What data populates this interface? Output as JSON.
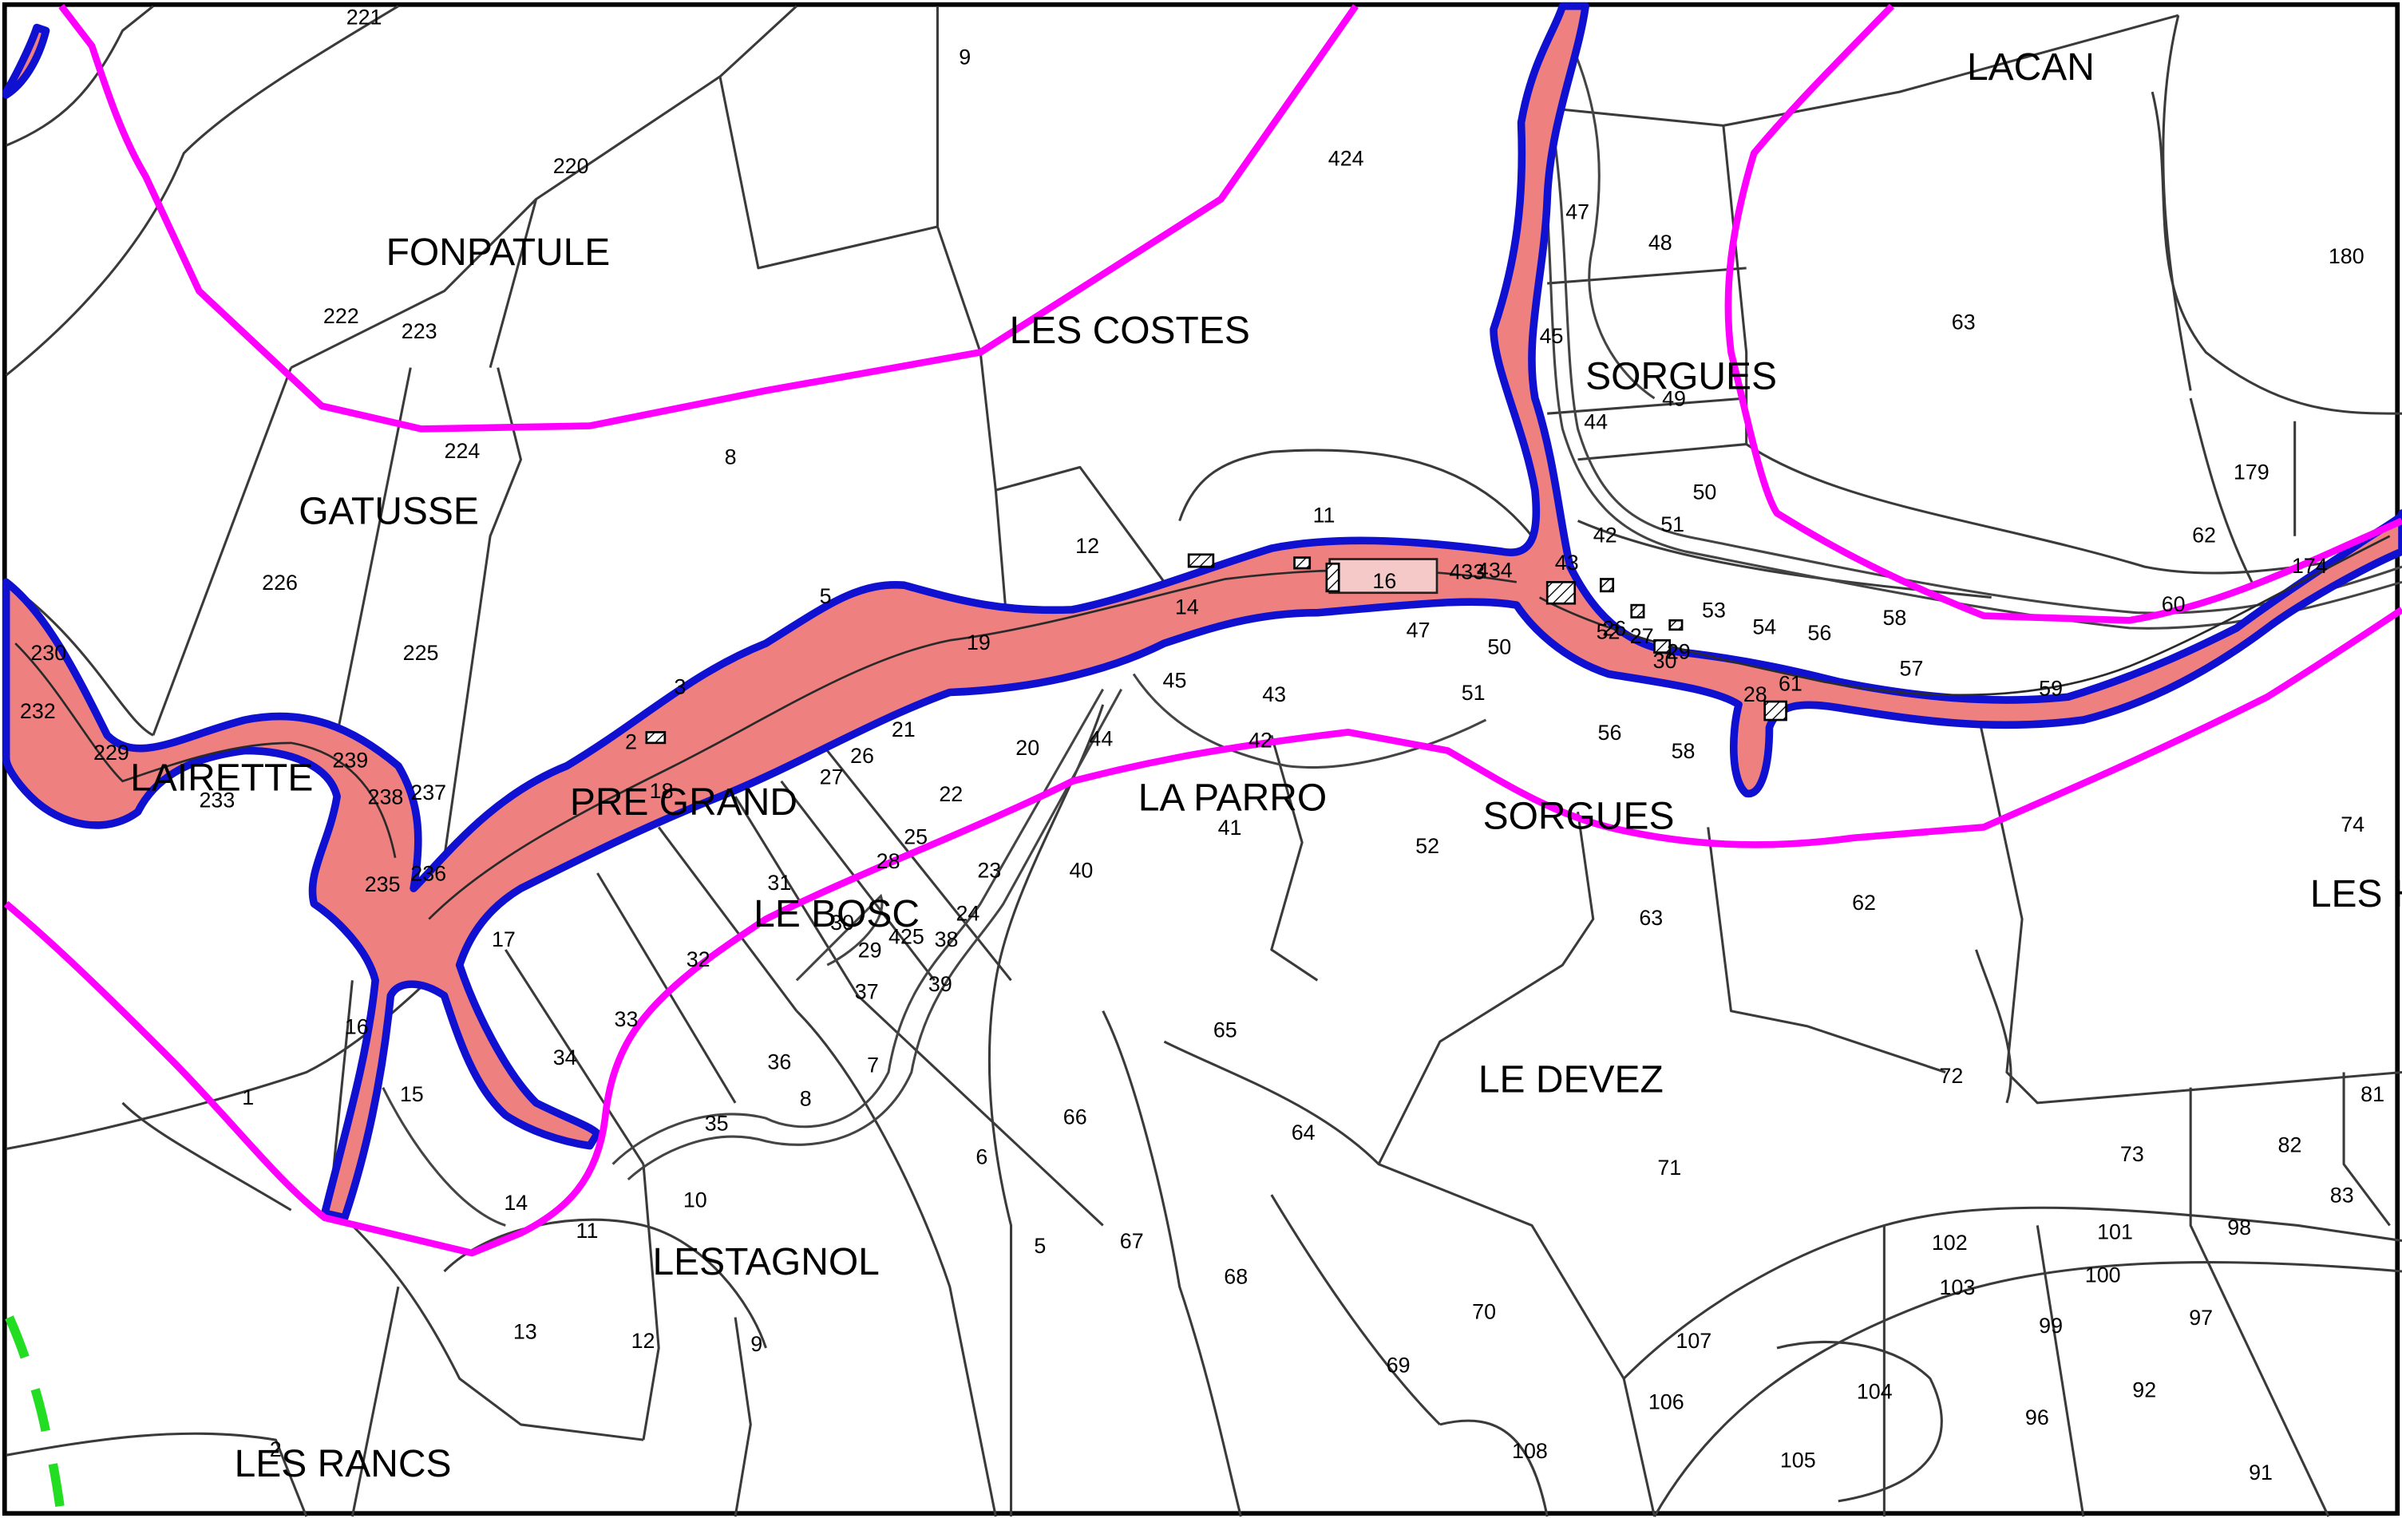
{
  "map": {
    "colors": {
      "river_fill": "#ef8080",
      "river_outline": "#1010d0",
      "boundary": "#ff00ff",
      "parcel_line": "#3a3a3a",
      "green_line": "#22dd22"
    },
    "place_names": [
      "FONPATULE",
      "LES COSTES",
      "LACAN",
      "GATUSSE",
      "SORGUES",
      "LAIRETTE",
      "PRE GRAND",
      "LA PARRO",
      "SORGUES",
      "LE BOSC",
      "LES HUGU",
      "LE DEVEZ",
      "LESTAGNOL",
      "LES RANCS"
    ],
    "parcel_numbers": [
      "221",
      "9",
      "220",
      "424",
      "47",
      "48",
      "180",
      "63",
      "222",
      "223",
      "45",
      "44",
      "49",
      "179",
      "224",
      "8",
      "50",
      "51",
      "42",
      "62",
      "174",
      "226",
      "12",
      "11",
      "16",
      "433",
      "434",
      "43",
      "53",
      "54",
      "56",
      "58",
      "60",
      "57",
      "59",
      "5",
      "14",
      "47",
      "50",
      "52",
      "30",
      "27",
      "29",
      "28",
      "26",
      "225",
      "19",
      "3",
      "45",
      "43",
      "51",
      "61",
      "230",
      "232",
      "229",
      "233",
      "239",
      "238",
      "237",
      "235",
      "236",
      "2",
      "18",
      "42",
      "41",
      "40",
      "44",
      "20",
      "21",
      "26",
      "27",
      "22",
      "25",
      "28",
      "31",
      "24",
      "23",
      "32",
      "30",
      "425",
      "29",
      "38",
      "37",
      "39",
      "56",
      "58",
      "52",
      "74",
      "17",
      "16",
      "33",
      "34",
      "15",
      "1",
      "35",
      "36",
      "7",
      "8",
      "6",
      "66",
      "65",
      "64",
      "63",
      "62",
      "71",
      "73",
      "82",
      "81",
      "83",
      "10",
      "11",
      "14",
      "12",
      "13",
      "9",
      "67",
      "68",
      "5",
      "70",
      "69",
      "72",
      "101",
      "100",
      "98",
      "97",
      "102",
      "103",
      "99",
      "92",
      "96",
      "107",
      "106",
      "104",
      "105",
      "91",
      "108",
      "2"
    ]
  }
}
